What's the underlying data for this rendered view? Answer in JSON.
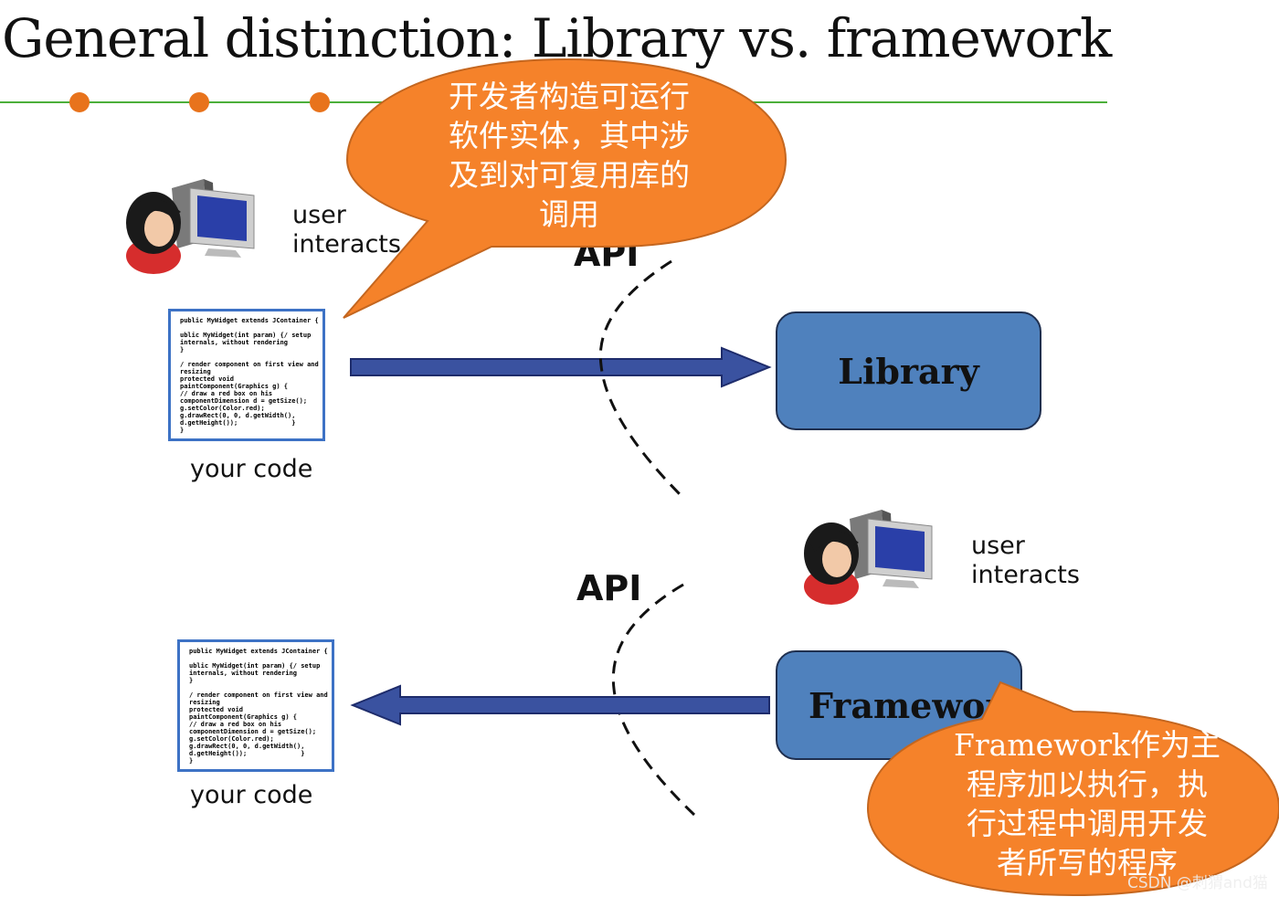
{
  "title": "General distinction: Library vs. framework",
  "colors": {
    "accent_line": "#4caf3a",
    "bullet": "#e8731c",
    "bubble": "#f5822a",
    "box_fill": "#4f81bd",
    "arrow": "#3a52a0"
  },
  "top": {
    "user_label": "user\ninteracts",
    "api_label": "API",
    "code_caption": "your code",
    "box_label": "Library",
    "callout": "开发者构造可运行\n软件实体，其中涉\n及到对可复用库的\n调用"
  },
  "bottom": {
    "user_label": "user\ninteracts",
    "api_label": "API",
    "code_caption": "your code",
    "box_label": "Framework",
    "callout": "Framework作为主\n程序加以执行，执\n行过程中调用开发\n者所写的程序"
  },
  "code_snippet": "public MyWidget extends JContainer {\n\nublic MyWidget(int param) {/ setup\ninternals, without rendering\n}\n\n/ render component on first view and\nresizing\nprotected void\npaintComponent(Graphics g) {\n// draw a red box on his\ncomponentDimension d = getSize();\ng.setColor(Color.red);\ng.drawRect(0, 0, d.getWidth(),\nd.getHeight());              }\n}",
  "watermark": "CSDN @刺猬and猫",
  "icons": [
    "user-computer-icon",
    "user-computer-icon"
  ]
}
